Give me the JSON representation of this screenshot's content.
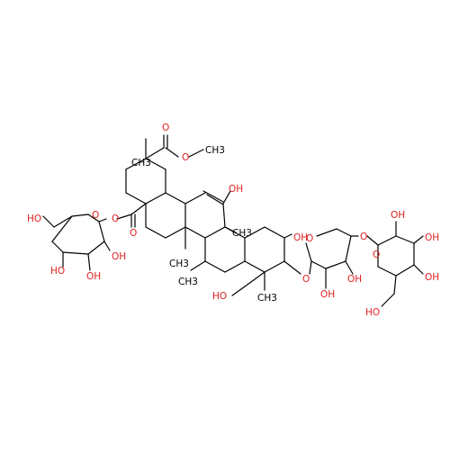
{
  "molecule": {
    "colors": {
      "bond": "#000000",
      "oxygen": "#e02020",
      "carbon_label": "#000000"
    },
    "labels": {
      "ho_left_glc_ch2oh": "HO",
      "o_left_glc_ring": "O",
      "o_left_glycosidic": "O",
      "oh_left_glc_c2": "OH",
      "ho_left_glc_c3": "HO",
      "oh_left_glc_c4": "OH",
      "o_ester_carbonyl_left": "O",
      "o_methyl_ester_carbonyl": "O",
      "o_methyl_ester_link": "O",
      "ch3_ester": "CH3",
      "ch3_c20": "CH3",
      "oh_c11": "OH",
      "ch3_c8": "CH3",
      "ch3_c14": "CH3",
      "ch3_c10": "CH3",
      "oh_c2": "OH",
      "ho_c23": "HO",
      "ch3_c4": "CH3",
      "o_c3_glycosidic": "O",
      "o_xyl_ring": "O",
      "oh_xyl_c2": "OH",
      "oh_xyl_c3": "OH",
      "o_xyl_glc_link": "O",
      "oh_glc2_c2": "OH",
      "oh_glc2_c3": "OH",
      "o_glc2_ring": "O",
      "oh_glc2_c4": "OH",
      "ho_glc2_ch2oh": "HO"
    }
  }
}
